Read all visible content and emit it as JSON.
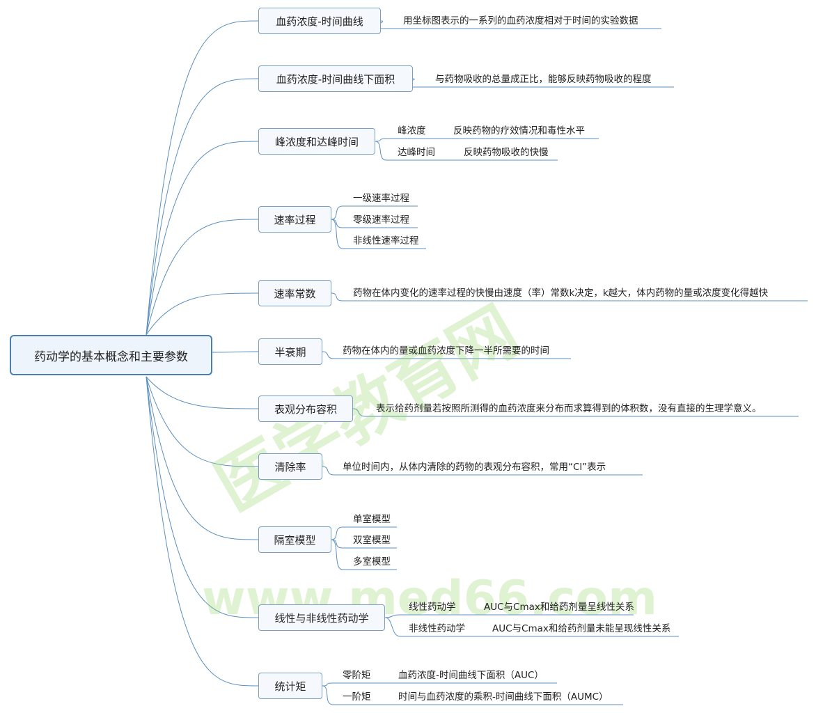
{
  "root": "药动学的基本概念和主要参数",
  "colors": {
    "line": "#5b8fc0",
    "node_border": "#7a9fc4",
    "node_bg": "#f5f9fd",
    "watermark": "#8cd25a"
  },
  "watermark": {
    "cn": "医学教育网",
    "url": "www.med66.com"
  },
  "nodes": [
    {
      "label": "血药浓度-时间曲线",
      "leaves": [
        {
          "text": "用坐标图表示的一系列的血药浓度相对于时间的实验数据"
        }
      ]
    },
    {
      "label": "血药浓度-时间曲线下面积",
      "leaves": [
        {
          "text": "与药物吸收的总量成正比，能够反映药物吸收的程度"
        }
      ]
    },
    {
      "label": "峰浓度和达峰时间",
      "leaves": [
        {
          "label": "峰浓度",
          "text": "反映药物的疗效情况和毒性水平"
        },
        {
          "label": "达峰时间",
          "text": "反映药物吸收的快慢"
        }
      ]
    },
    {
      "label": "速率过程",
      "leaves": [
        {
          "text": "一级速率过程"
        },
        {
          "text": "零级速率过程"
        },
        {
          "text": "非线性速率过程"
        }
      ]
    },
    {
      "label": "速率常数",
      "leaves": [
        {
          "text": "药物在体内变化的速率过程的快慢由速度（率）常数k决定，k越大，体内药物的量或浓度变化得越快"
        }
      ]
    },
    {
      "label": "半衰期",
      "leaves": [
        {
          "text": "药物在体内的量或血药浓度下降一半所需要的时间"
        }
      ]
    },
    {
      "label": "表观分布容积",
      "leaves": [
        {
          "text": "表示给药剂量若按照所测得的血药浓度来分布而求算得到的体积数，没有直接的生理学意义。"
        }
      ]
    },
    {
      "label": "清除率",
      "leaves": [
        {
          "text": "单位时间内，从体内清除的药物的表观分布容积，常用“Cl”表示"
        }
      ]
    },
    {
      "label": "隔室模型",
      "leaves": [
        {
          "text": "单室模型"
        },
        {
          "text": "双室模型"
        },
        {
          "text": "多室模型"
        }
      ]
    },
    {
      "label": "线性与非线性药动学",
      "leaves": [
        {
          "label": "线性药动学",
          "text": "AUC与Cmax和给药剂量呈线性关系"
        },
        {
          "label": "非线性药动学",
          "text": "AUC与Cmax和给药剂量未能呈现线性关系"
        }
      ]
    },
    {
      "label": "统计矩",
      "leaves": [
        {
          "label": "零阶矩",
          "text": "血药浓度-时间曲线下面积（AUC）"
        },
        {
          "label": "一阶矩",
          "text": "时间与血药浓度的乘积-时间曲线下面积（AUMC）"
        }
      ]
    }
  ]
}
